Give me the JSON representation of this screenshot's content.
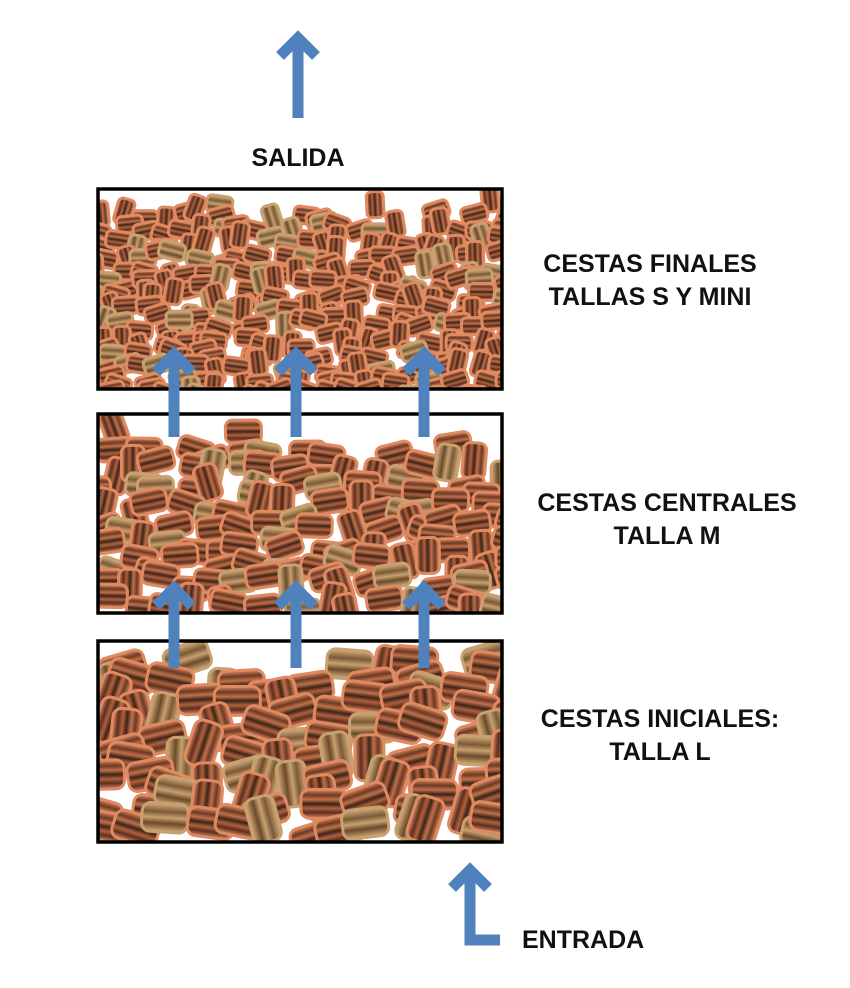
{
  "title_exit": "SALIDA",
  "title_entry": "ENTRADA",
  "colors": {
    "arrow": "#4f81bd",
    "pellet": "#e08a62",
    "pellet_dark": "#3a2418",
    "pellet_alt": "#c9a070",
    "border": "#000000"
  },
  "baskets": [
    {
      "id": "final",
      "line1": "CESTAS FINALES",
      "line2": "TALLAS S Y MINI",
      "size": "S"
    },
    {
      "id": "central",
      "line1": "CESTAS CENTRALES",
      "line2": "TALLA M",
      "size": "M"
    },
    {
      "id": "initial",
      "line1": "CESTAS INICIALES:",
      "line2": "TALLA L",
      "size": "L"
    }
  ]
}
